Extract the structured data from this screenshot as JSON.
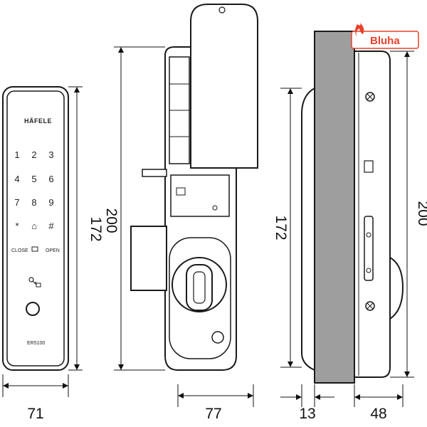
{
  "logo": {
    "text": "Bluha",
    "color": "#e8402a"
  },
  "front": {
    "brand": "HÄFELE",
    "model": "ER5100",
    "keys": [
      "1",
      "2",
      "3",
      "4",
      "5",
      "6",
      "7",
      "8",
      "9",
      "*",
      "⌂",
      "#"
    ],
    "close_label": "CLOSE",
    "open_label": "OPEN"
  },
  "dimensions": {
    "front_width": "71",
    "front_height": "172",
    "side_height": "200",
    "side_depth": "77",
    "rear_height": "172",
    "rear_thickness": "13",
    "rear_depth": "48",
    "rear_total_height": "200"
  },
  "colors": {
    "line": "#1a1a1a",
    "door": "#9e9e9e",
    "panel": "#ffffff"
  }
}
